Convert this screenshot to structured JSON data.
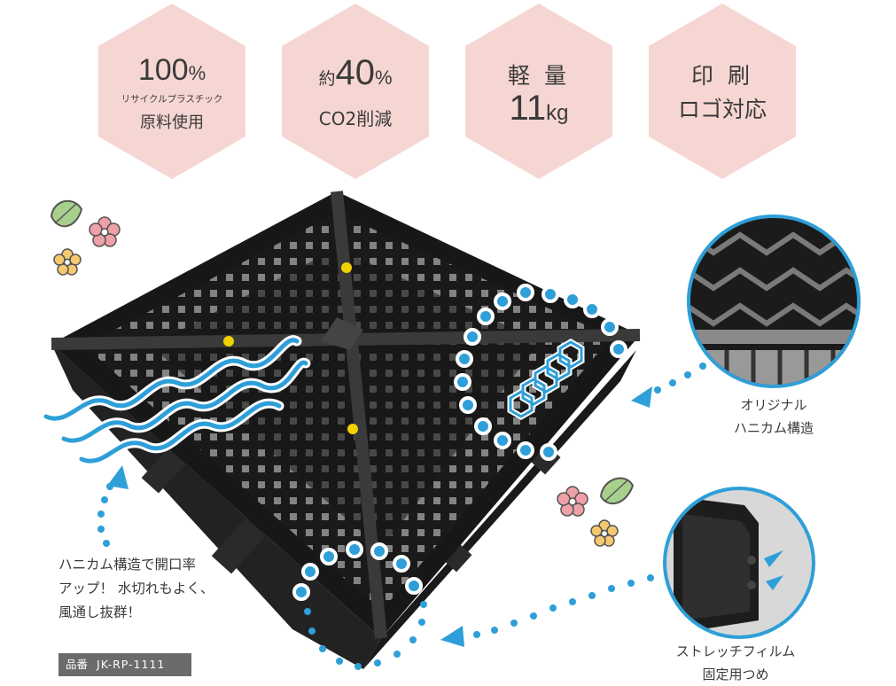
{
  "colors": {
    "hexagon_fill": "#f6d6d2",
    "accent_blue": "#2e9fd8",
    "pallet": "#171717",
    "badge_bg": "#6b6b6b"
  },
  "features": [
    {
      "main": "100",
      "unit": "%",
      "sub": "リサイクルプラスチック",
      "line2": "原料使用"
    },
    {
      "prefix": "約",
      "main": "40",
      "unit": "%",
      "line2": "CO2削減"
    },
    {
      "line1": "軽 量",
      "main": "11",
      "unit": "kg"
    },
    {
      "line1": "印 刷",
      "line2": "ロゴ対応"
    }
  ],
  "callouts": {
    "honeycomb": [
      "オリジナル",
      "ハニカム構造"
    ],
    "stretch": [
      "ストレッチフィルム",
      "固定用つめ"
    ],
    "ventilation": [
      "ハニカム構造で開口率",
      "アップ！ 水切れもよく、",
      "風通し抜群！"
    ]
  },
  "product": {
    "label": "品番",
    "code": "JK-RP-1111"
  }
}
